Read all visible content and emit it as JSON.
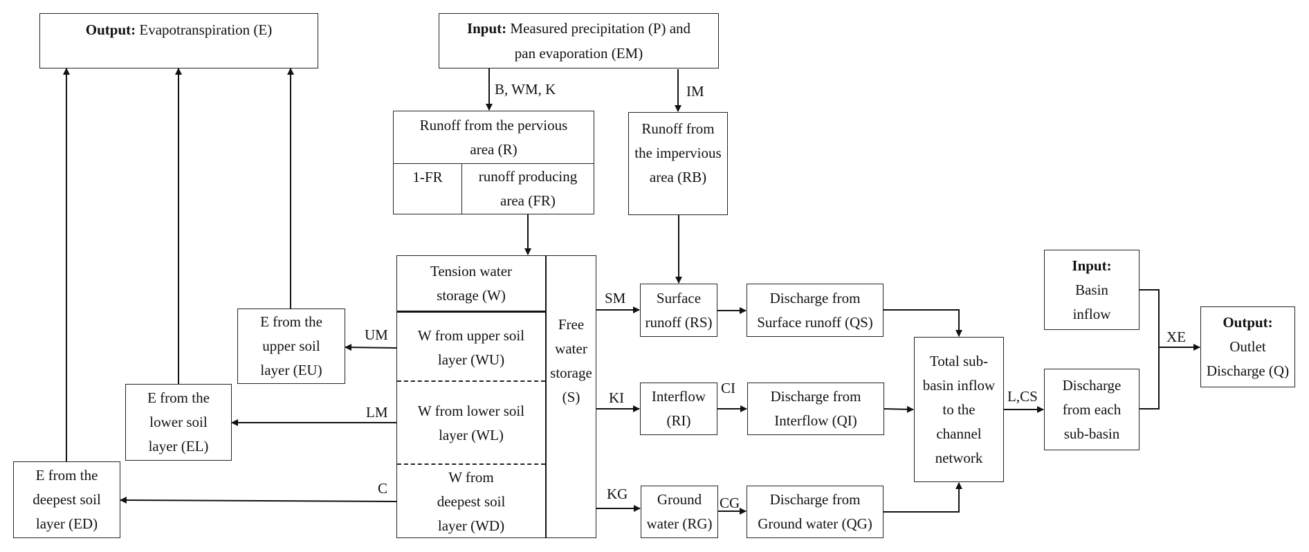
{
  "diagram": {
    "output_e": {
      "bold": "Output:",
      "text": " Evapotranspiration (E)"
    },
    "input_p": {
      "bold": "Input:",
      "line1": " Measured precipitation (P) and",
      "line2": "pan evaporation (EM)"
    },
    "pervious": {
      "title1": "Runoff from the pervious",
      "title2": "area (R)",
      "left": "1-FR",
      "right1": "runoff producing",
      "right2": "area (FR)"
    },
    "impervious": {
      "l1": "Runoff from",
      "l2": "the impervious",
      "l3": "area (RB)"
    },
    "tension": {
      "l1": "Tension water",
      "l2": "storage (W)"
    },
    "wu": {
      "l1": "W from upper soil",
      "l2": "layer (WU)"
    },
    "wl": {
      "l1": "W from lower soil",
      "l2": "layer (WL)"
    },
    "wd": {
      "l1": "W from",
      "l2": "deepest soil",
      "l3": "layer (WD)"
    },
    "free": {
      "l1": "Free",
      "l2": "water",
      "l3": "storage",
      "l4": "(S)"
    },
    "eu": {
      "l1": "E from the",
      "l2": "upper soil",
      "l3": "layer (EU)"
    },
    "el": {
      "l1": "E from the",
      "l2": "lower soil",
      "l3": "layer (EL)"
    },
    "ed": {
      "l1": "E from the",
      "l2": "deepest soil",
      "l3": "layer (ED)"
    },
    "rs": {
      "l1": "Surface",
      "l2": "runoff (RS)"
    },
    "ri": {
      "l1": "Interflow",
      "l2": "(RI)"
    },
    "rg": {
      "l1": "Ground",
      "l2": "water (RG)"
    },
    "qs": {
      "l1": "Discharge from",
      "l2": "Surface runoff (QS)"
    },
    "qi": {
      "l1": "Discharge from",
      "l2": "Interflow (QI)"
    },
    "qg": {
      "l1": "Discharge from",
      "l2": "Ground water (QG)"
    },
    "total": {
      "l1": "Total sub-",
      "l2": "basin inflow",
      "l3": "to the",
      "l4": "channel",
      "l5": "network"
    },
    "basin_in": {
      "bold": "Input:",
      "l2": "Basin",
      "l3": "inflow"
    },
    "each_sub": {
      "l1": "Discharge",
      "l2": "from each",
      "l3": "sub-basin"
    },
    "outlet": {
      "bold": "Output:",
      "l2": "Outlet",
      "l3": "Discharge (Q)"
    },
    "edge_labels": {
      "bwmk": "B, WM, K",
      "im": "IM",
      "um": "UM",
      "lm": "LM",
      "c": "C",
      "sm": "SM",
      "ki": "KI",
      "kg": "KG",
      "ci": "CI",
      "cg": "CG",
      "lcs": "L,CS",
      "xe": "XE"
    }
  }
}
